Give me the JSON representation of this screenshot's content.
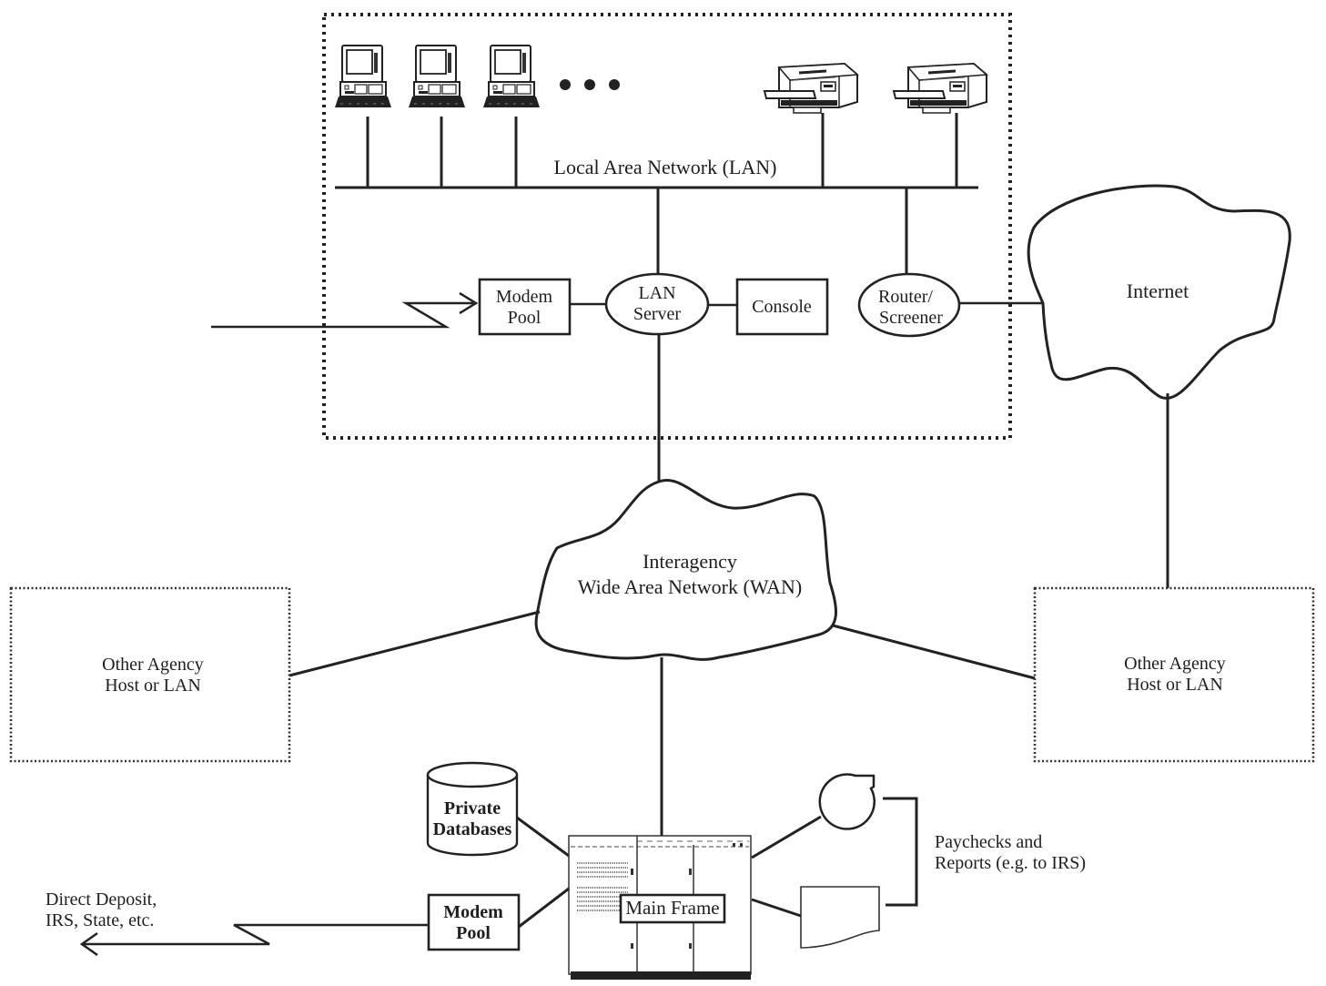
{
  "diagram": {
    "lan": {
      "label": "Local Area Network (LAN)",
      "workstations": [
        "workstation",
        "workstation",
        "workstation"
      ],
      "more_indicator": "ellipsis",
      "printers": [
        "printer",
        "printer"
      ],
      "modem_pool": {
        "line1": "Modem",
        "line2": "Pool"
      },
      "lan_server": {
        "line1": "LAN",
        "line2": "Server"
      },
      "console": {
        "label": "Console"
      },
      "router": {
        "line1": "Router/",
        "line2": "Screener"
      }
    },
    "internet": {
      "label": "Internet"
    },
    "wan": {
      "line1": "Interagency",
      "line2": "Wide Area Network (WAN)"
    },
    "other_agency_left": {
      "line1": "Other Agency",
      "line2": "Host or LAN"
    },
    "other_agency_right": {
      "line1": "Other Agency",
      "line2": "Host or LAN"
    },
    "mainframe": {
      "label": "Main Frame"
    },
    "private_databases": {
      "line1": "Private",
      "line2": "Databases"
    },
    "mainframe_modem_pool": {
      "line1": "Modem",
      "line2": "Pool"
    },
    "external_outputs": {
      "line1": "Direct Deposit,",
      "line2": "IRS, State, etc."
    },
    "paychecks": {
      "line1": "Paychecks and",
      "line2": "Reports (e.g. to IRS)"
    },
    "icons": {
      "workstation": "desktop-computer-icon",
      "printer": "laser-printer-icon",
      "tape": "tape-reel-icon",
      "document": "printed-document-icon",
      "database": "database-cylinder-icon"
    }
  }
}
